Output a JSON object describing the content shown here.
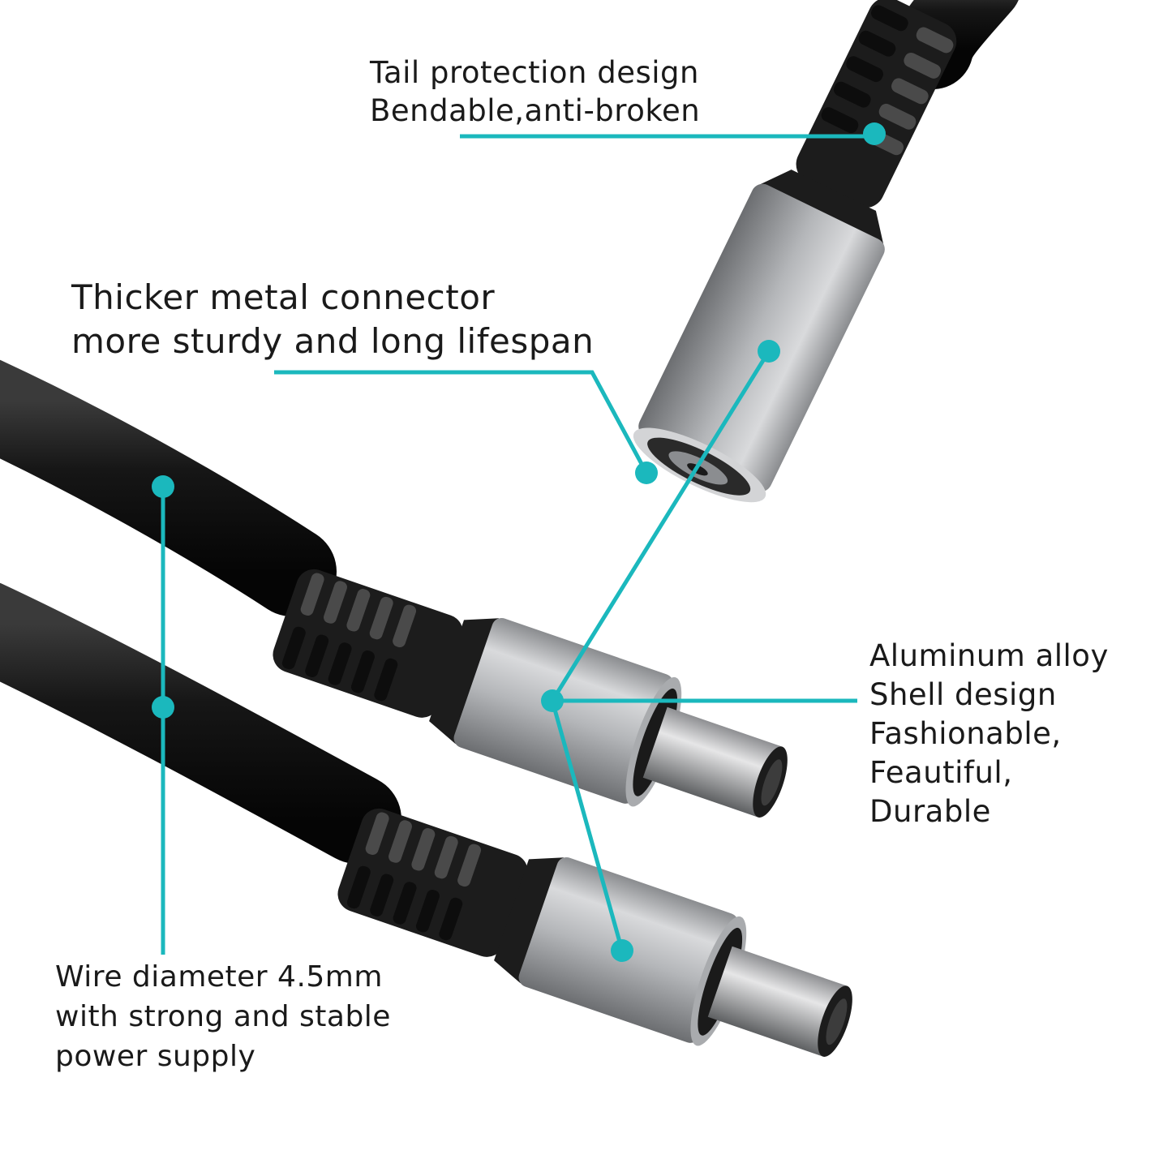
{
  "callouts": {
    "tail": {
      "lines": [
        "Tail protection design",
        "Bendable,anti-broken"
      ]
    },
    "metal": {
      "lines": [
        "Thicker metal connector",
        "more sturdy and long lifespan"
      ]
    },
    "alloy": {
      "lines": [
        "Aluminum alloy",
        "Shell design",
        "Fashionable,",
        "Feautiful,",
        "Durable"
      ]
    },
    "wire": {
      "lines": [
        "Wire diameter 4.5mm",
        "with strong and stable",
        "power supply"
      ]
    }
  },
  "colors": {
    "accent": "#1bb8bd",
    "cable": "#141414",
    "boot": "#1d1d1d",
    "metal_light": "#d7d8da",
    "metal_dark": "#7b7d80",
    "background": "#ffffff"
  }
}
